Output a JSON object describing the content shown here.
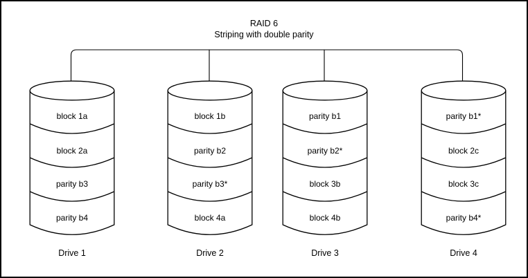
{
  "title": "RAID 6",
  "subtitle": "Striping with double parity",
  "drives": [
    {
      "label": "Drive 1",
      "blocks": [
        "block 1a",
        "block 2a",
        "parity b3",
        "parity b4"
      ]
    },
    {
      "label": "Drive 2",
      "blocks": [
        "block 1b",
        "parity b2",
        "parity b3*",
        "block 4a"
      ]
    },
    {
      "label": "Drive 3",
      "blocks": [
        "parity b1",
        "parity b2*",
        "block 3b",
        "block 4b"
      ]
    },
    {
      "label": "Drive 4",
      "blocks": [
        "parity b1*",
        "block 2c",
        "block 3c",
        "parity b4*"
      ]
    }
  ],
  "colors": {
    "stroke": "#000000",
    "background": "#ffffff",
    "text": "#000000"
  }
}
